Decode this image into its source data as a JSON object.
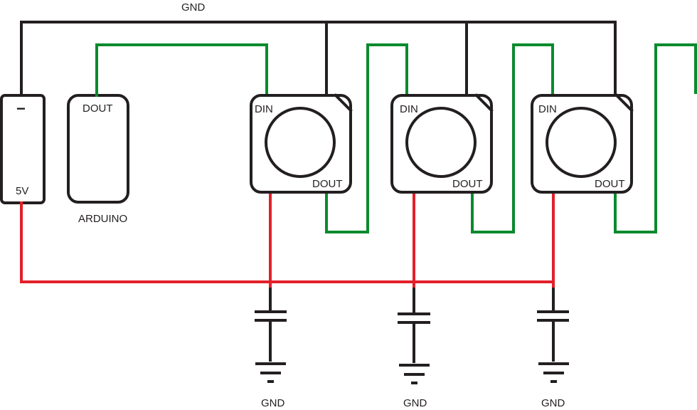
{
  "labels": {
    "top_gnd": "GND",
    "power_minus": "−",
    "power_5v": "5V",
    "arduino_dout": "DOUT",
    "arduino_name": "ARDUINO",
    "led_din": "DIN",
    "led_dout": "DOUT",
    "gnd_bottom": "GND"
  },
  "colors": {
    "gnd_wire": "#231f20",
    "data_wire": "#0a8a2e",
    "power_wire": "#e2202a"
  },
  "icons": {
    "led": "addressable-led-icon",
    "capacitor": "capacitor-icon",
    "ground": "ground-symbol-icon"
  }
}
